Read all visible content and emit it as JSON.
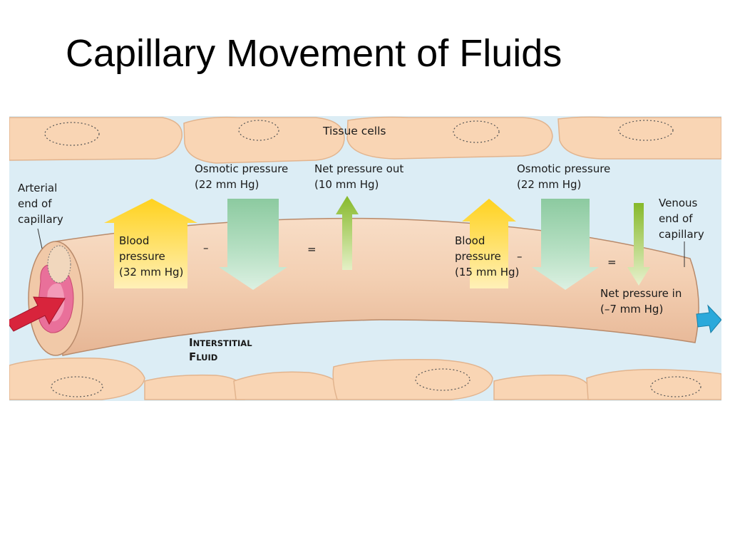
{
  "slide": {
    "title": "Capillary Movement of Fluids"
  },
  "diagram": {
    "tissue_cells": "Tissue cells",
    "arterial_end": [
      "Arterial",
      "end of",
      "capillary"
    ],
    "venous_end": [
      "Venous",
      "end of",
      "capillary"
    ],
    "interstitial_fluid": {
      "line1_cap": "I",
      "line1_rest": "NTERSTITIAL",
      "line2_cap": "F",
      "line2_rest": "LUID"
    },
    "arterial": {
      "blood_pressure": [
        "Blood",
        "pressure",
        "(32 mm Hg)"
      ],
      "osmotic_pressure": [
        "Osmotic pressure",
        "(22 mm Hg)"
      ],
      "net_pressure": [
        "Net pressure out",
        "(10 mm Hg)"
      ],
      "minus": "–",
      "equals": "="
    },
    "venous": {
      "blood_pressure": [
        "Blood",
        "pressure",
        "(15 mm Hg)"
      ],
      "osmotic_pressure": [
        "Osmotic pressure",
        "(22 mm Hg)"
      ],
      "net_pressure": [
        "Net pressure in",
        "(–7 mm Hg)"
      ],
      "minus": "–",
      "equals": "="
    },
    "colors": {
      "background": "#dcedf5",
      "tissue": "#f9d5b4",
      "capillary": "#f5d2b6",
      "blood_pressure_arrow": "#ffd21f",
      "osmotic_arrow": "#a8d7b6",
      "net_arrow": "#8cbb2e",
      "inflow_arrow": "#d8243c",
      "outflow_arrow": "#2aa9db"
    }
  }
}
